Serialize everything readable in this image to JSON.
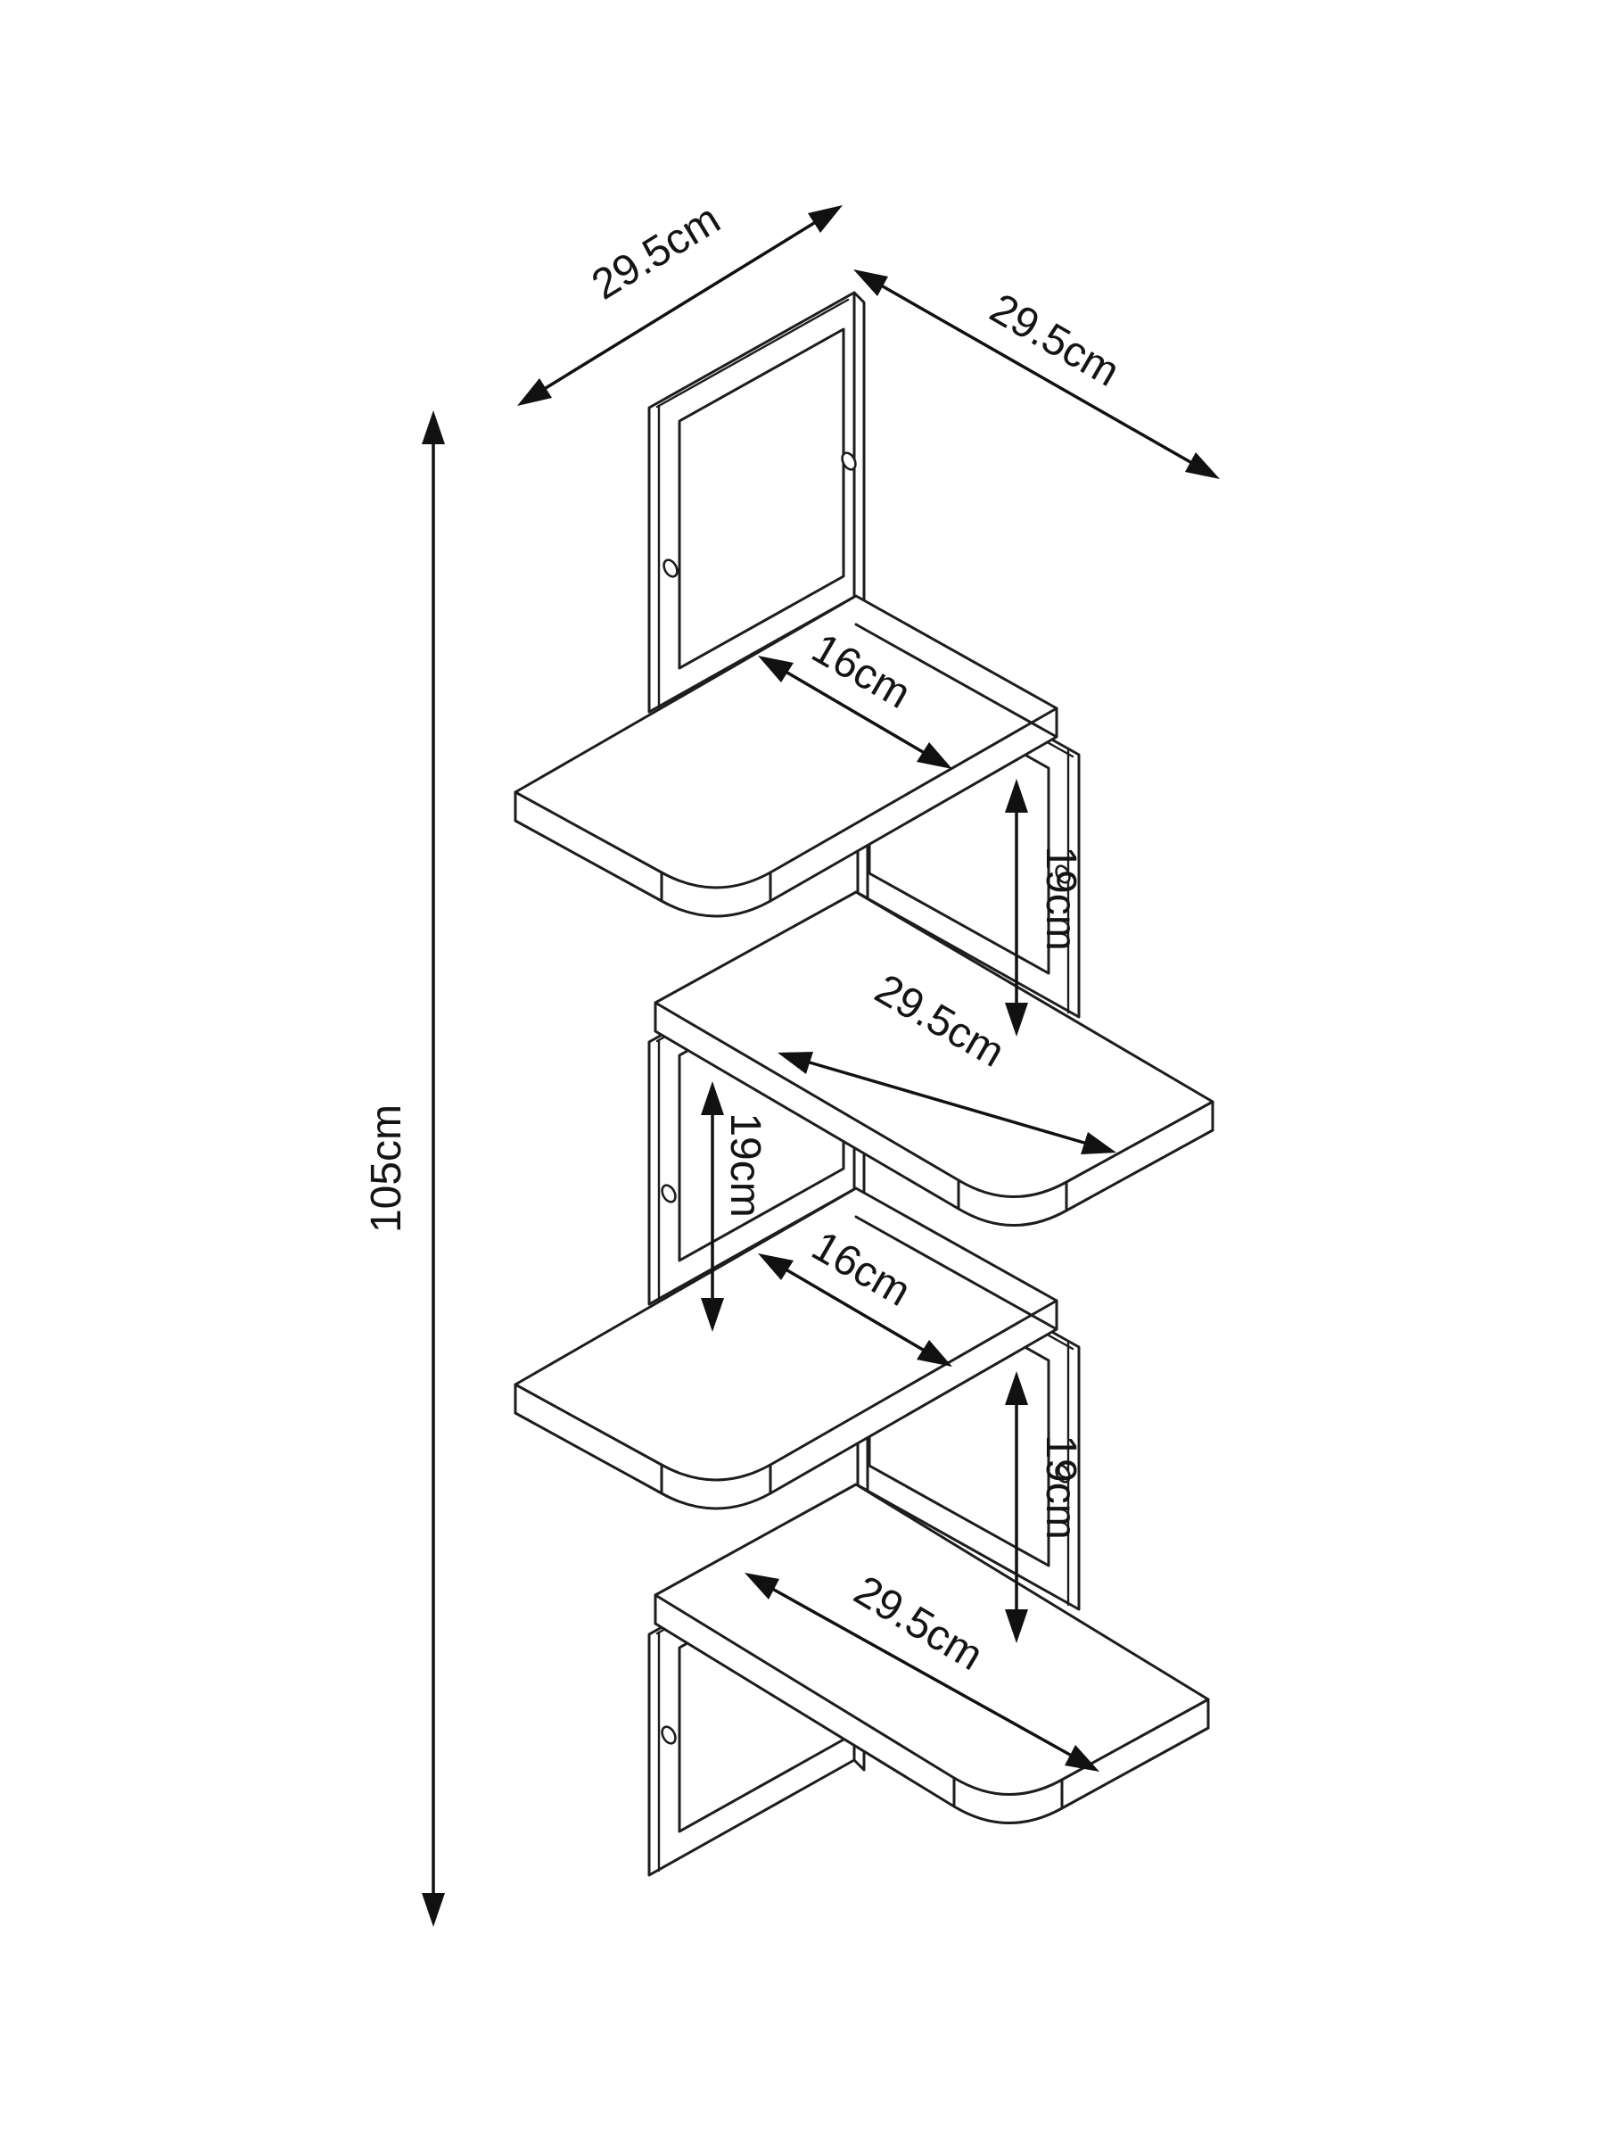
{
  "diagram": {
    "title": "Corner wall shelf - dimensioned technical line drawing",
    "type": "isometric furniture dimension diagram",
    "background_color": "#ffffff",
    "line_color": "#1d1d1d",
    "object": {
      "description": "Zig-zag corner shelf unit with 4 quarter-round shelves and 5 wall frames",
      "shelf_count": 4,
      "wall_frame_count": 5,
      "screw_hole_count": 6
    },
    "dimensions": {
      "width_left": "29.5cm",
      "width_right": "29.5cm",
      "height_total": "105cm",
      "shelf1_depth": "16cm",
      "gap_1": "19cm",
      "shelf2_width": "29.5cm",
      "gap_2": "19cm",
      "shelf3_depth": "16cm",
      "gap_3": "19cm",
      "shelf4_width": "29.5cm"
    }
  }
}
